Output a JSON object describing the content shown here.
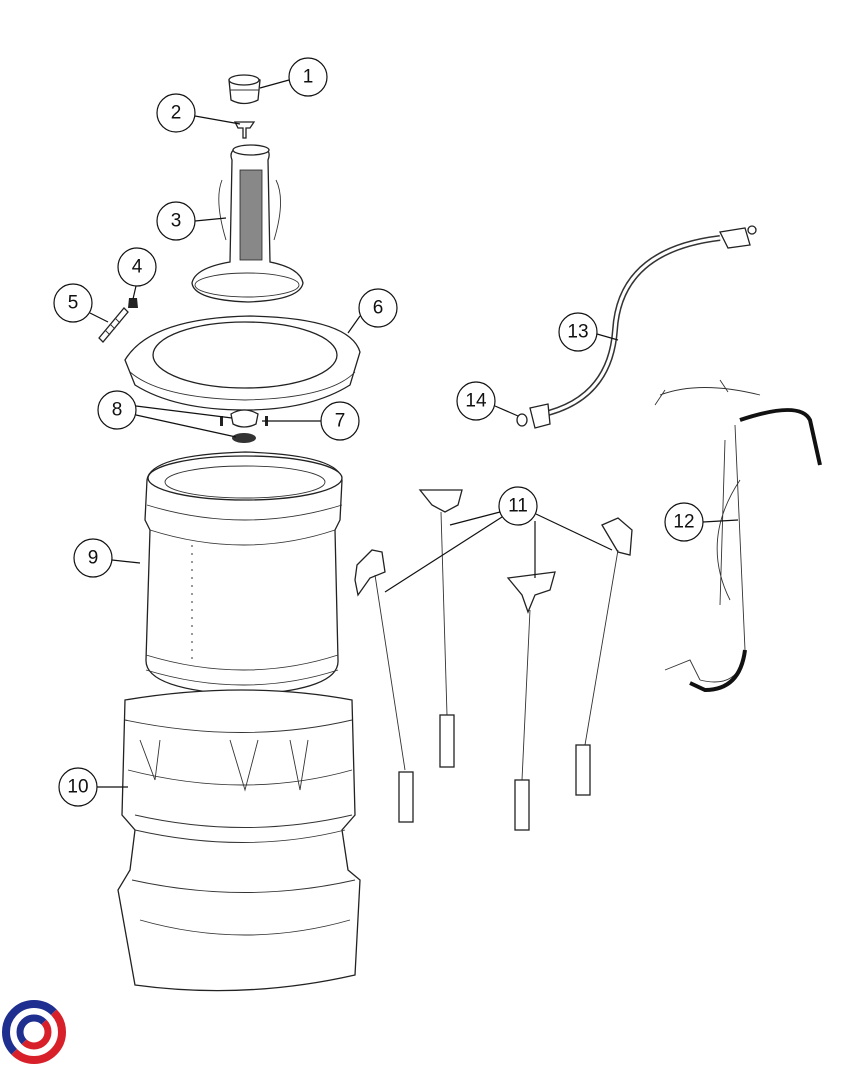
{
  "diagram": {
    "callouts": [
      {
        "label": "1",
        "part": "agitator-cap"
      },
      {
        "label": "2",
        "part": "agitator-bolt"
      },
      {
        "label": "3",
        "part": "agitator"
      },
      {
        "label": "4",
        "part": "nut"
      },
      {
        "label": "5",
        "part": "spring-rod"
      },
      {
        "label": "6",
        "part": "balance-ring"
      },
      {
        "label": "7",
        "part": "hub"
      },
      {
        "label": "8",
        "part": "washers"
      },
      {
        "label": "9",
        "part": "wash-basket"
      },
      {
        "label": "10",
        "part": "outer-tub"
      },
      {
        "label": "11",
        "part": "suspension-rods"
      },
      {
        "label": "12",
        "part": "wire-harness"
      },
      {
        "label": "13",
        "part": "drain-hose"
      },
      {
        "label": "14",
        "part": "clamp"
      }
    ]
  },
  "logo": {
    "colors": [
      "#1f2f8f",
      "#d8202a"
    ]
  }
}
